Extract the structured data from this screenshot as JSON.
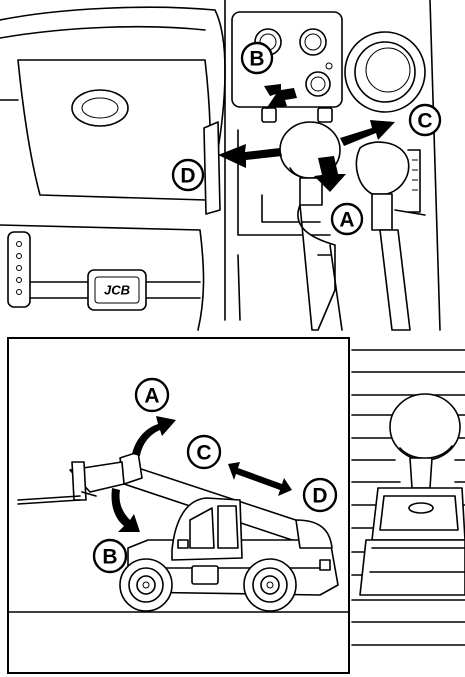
{
  "callouts": {
    "cab_view": {
      "A": "A",
      "B": "B",
      "C": "C",
      "D": "D"
    },
    "machine_view": {
      "A": "A",
      "B": "B",
      "C": "C",
      "D": "D"
    }
  },
  "dashboard": {
    "logo_text": "JCB"
  },
  "colors": {
    "line": "#000000",
    "background": "#ffffff"
  }
}
